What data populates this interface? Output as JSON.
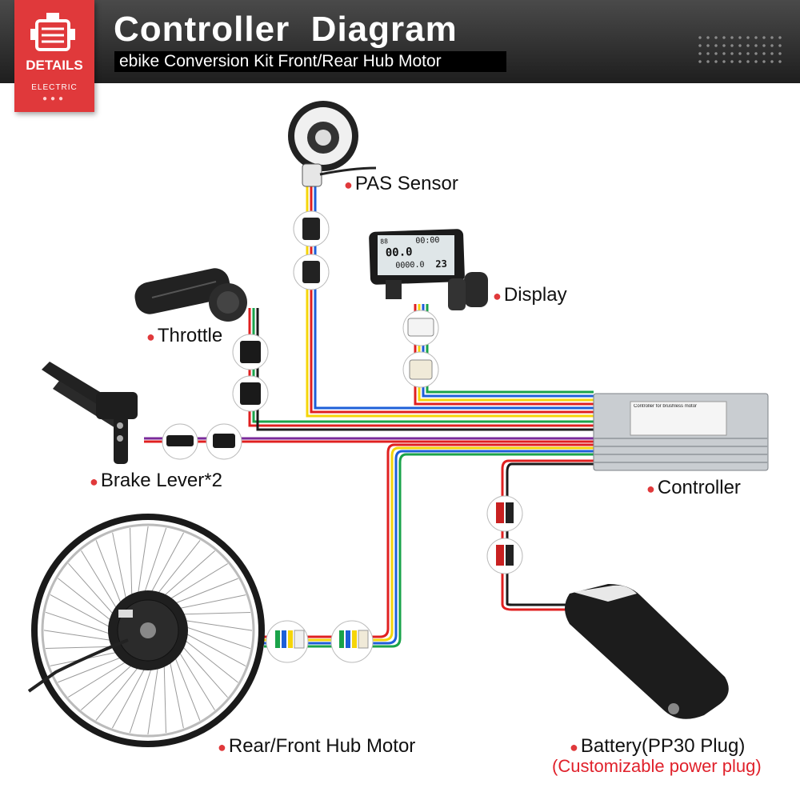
{
  "header": {
    "badge_title": "DETAILS",
    "badge_sub": "ELECTRIC",
    "title": "Controller  Diagram",
    "subtitle": "ebike Conversion Kit Front/Rear Hub Motor"
  },
  "components": {
    "pas": "PAS Sensor",
    "display": "Display",
    "throttle": "Throttle",
    "brake": "Brake Lever*2",
    "controller": "Controller",
    "motor": "Rear/Front Hub Motor",
    "battery": "Battery(PP30 Plug)",
    "battery_note": "(Customizable power plug)"
  },
  "display_screen": {
    "top_left": "88",
    "top_right": "00:00",
    "speed": "00.0",
    "odo": "0000.0",
    "temp": "23"
  },
  "controller_plate": {
    "title": "Controller for brushless motor"
  },
  "colors": {
    "badge_red": "#e0393b",
    "wire_red": "#e02020",
    "wire_yellow": "#f5d50a",
    "wire_blue": "#1e5fd8",
    "wire_green": "#1aa34a",
    "wire_purple": "#7a2a9a",
    "accent_dot": "#e0393b"
  }
}
